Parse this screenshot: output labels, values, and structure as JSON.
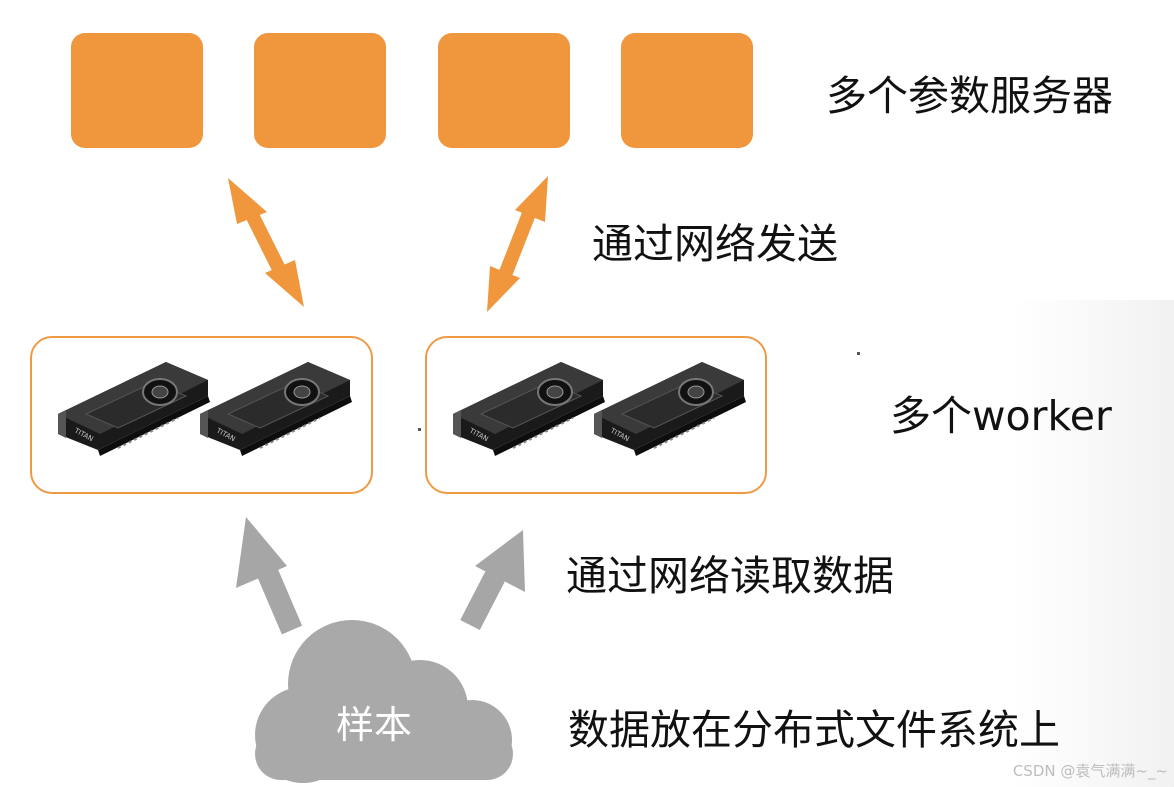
{
  "labels": {
    "servers": "多个参数服务器",
    "send": "通过网络发送",
    "workers": "多个worker",
    "read": "通过网络读取数据",
    "dfs": "数据放在分布式文件系统上"
  },
  "cloud": {
    "label": "样本"
  },
  "gpu": {
    "brand": "TITAN"
  },
  "watermark": "CSDN @袁气满满~_~",
  "colors": {
    "server_fill": "#F0963C",
    "worker_border": "#EE9A45",
    "arrow_orange": "#F0963C",
    "arrow_gray": "#A6A6A6",
    "cloud": "#A9A9A9"
  },
  "icons": [
    "gpu-card-icon",
    "cloud-icon",
    "double-arrow-icon",
    "up-arrow-icon"
  ]
}
